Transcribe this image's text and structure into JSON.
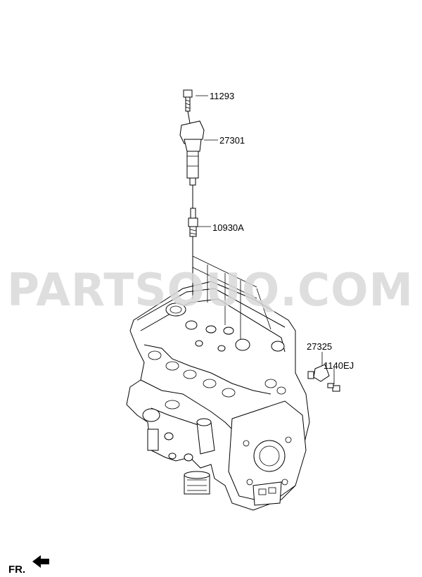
{
  "watermark": "PARTSOUQ.COM",
  "direction_label": "FR.",
  "callouts": {
    "bolt": "11293",
    "ignition_coil": "27301",
    "spark_plug": "10930A",
    "knock_sensor": "27325",
    "sensor_bolt": "1140EJ"
  }
}
